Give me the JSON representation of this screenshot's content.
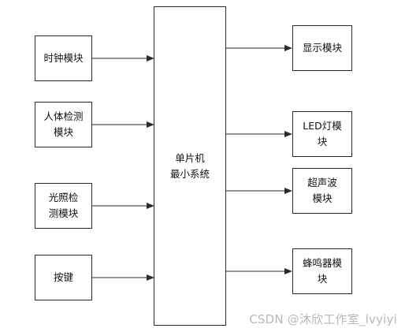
{
  "diagram": {
    "center": "单片机\n最小系统",
    "inputs": [
      "时钟模块",
      "人体检测\n模块",
      "光照检\n测模块",
      "按键"
    ],
    "outputs": [
      "显示模块",
      "LED灯模\n块",
      "超声波\n模块",
      "蜂鸣器模\n块"
    ]
  },
  "watermark": "CSDN @沐欣工作室_lvyiyi",
  "colors": {
    "line": "#2b2b2b",
    "watermark": "#b8b8b8"
  }
}
